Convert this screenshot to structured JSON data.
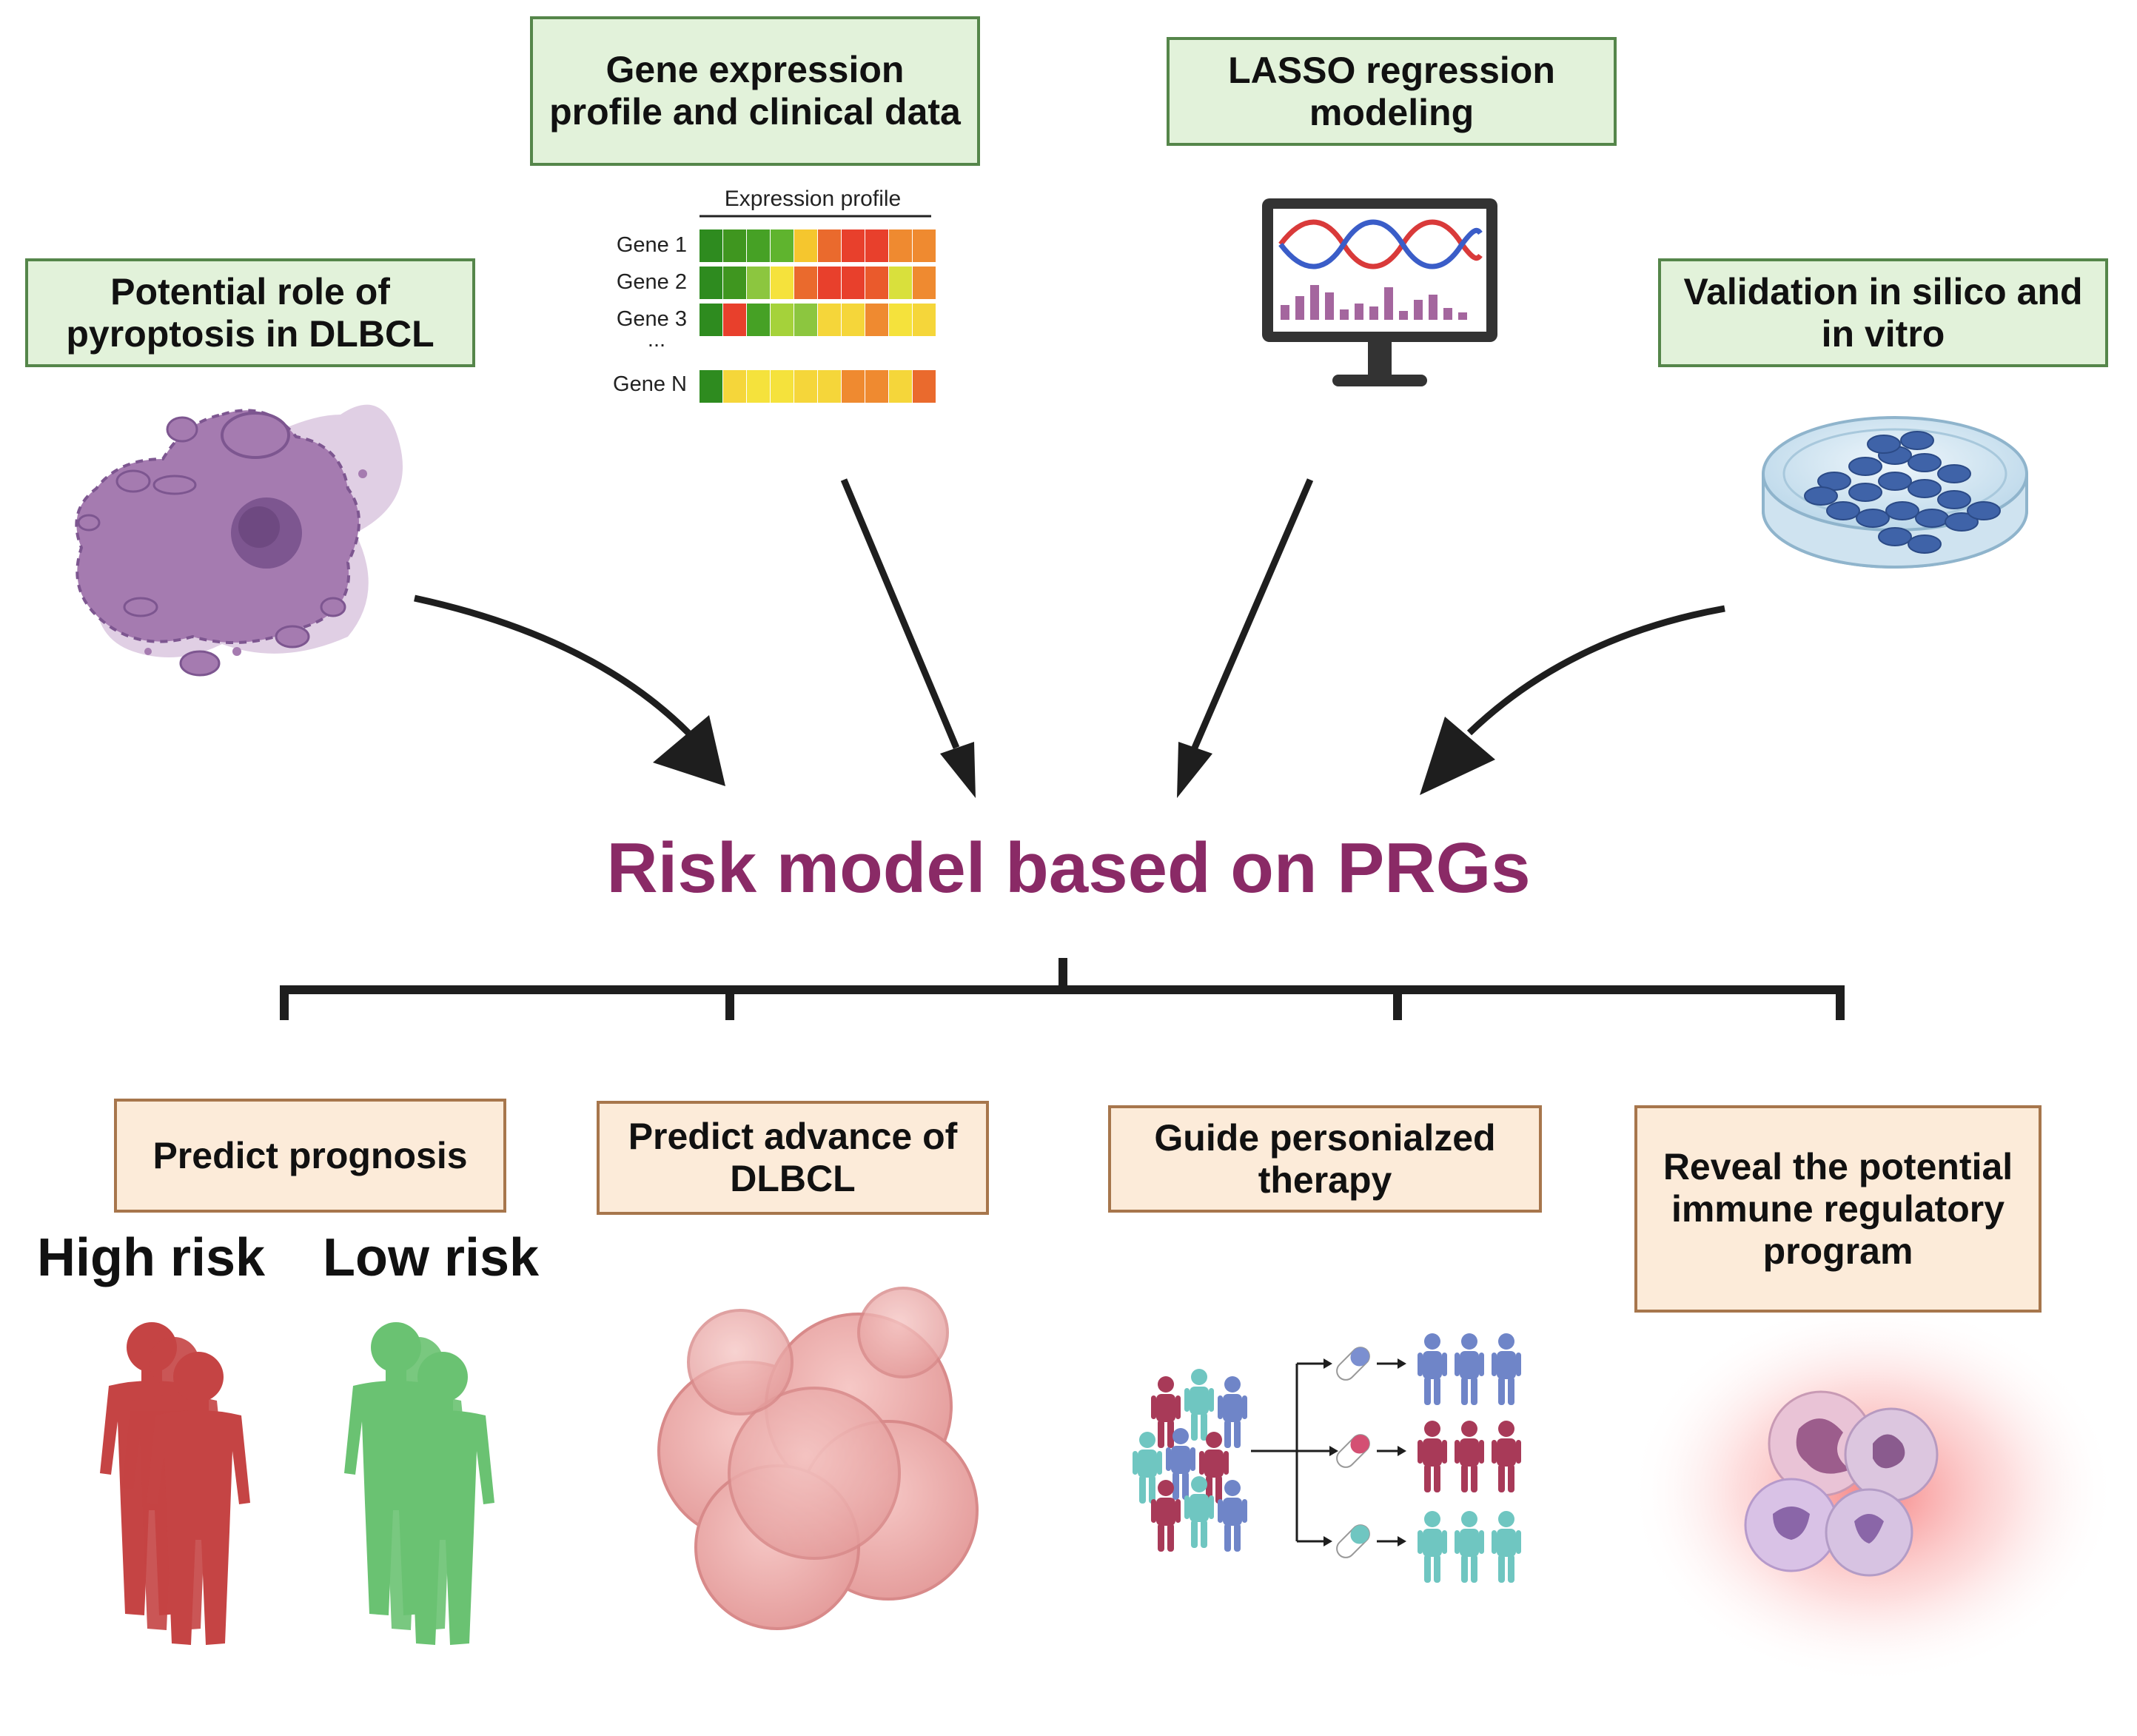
{
  "inputs": [
    {
      "label": "Potential role of pyroptosis in DLBCL"
    },
    {
      "label": "Gene expression profile and clinical data"
    },
    {
      "label": "LASSO regression modeling"
    },
    {
      "label": "Validation in silico and in vitro"
    }
  ],
  "heatmap": {
    "title": "Expression profile",
    "row_labels": [
      "Gene 1",
      "Gene 2",
      "Gene 3",
      "...",
      "Gene N"
    ],
    "rows": [
      [
        "#2e8b1f",
        "#3f961f",
        "#46a125",
        "#5fb42e",
        "#f5c62e",
        "#ea6a2d",
        "#e8402c",
        "#e8402c",
        "#ef8a30",
        "#ef8a30"
      ],
      [
        "#2e8b1f",
        "#3f961f",
        "#8cc63f",
        "#f5e23c",
        "#ea6a2d",
        "#e8402c",
        "#e8402c",
        "#ea5a2c",
        "#d9e03c",
        "#ef8a30"
      ],
      [
        "#2e8b1f",
        "#e8402c",
        "#46a125",
        "#a5d23a",
        "#8cc63f",
        "#f5d63a",
        "#f5d63a",
        "#ef8a30",
        "#f5e23c",
        "#f5d63a"
      ],
      [
        "#2e8b1f",
        "#f5d63a",
        "#f5e23c",
        "#f5e23c",
        "#f5d63a",
        "#f5d63a",
        "#ef8a30",
        "#ef8a30",
        "#f5d63a",
        "#ea6a2d"
      ]
    ]
  },
  "center": {
    "title": "Risk model based on PRGs"
  },
  "outputs": [
    {
      "label": "Predict prognosis"
    },
    {
      "label": "Predict advance of DLBCL"
    },
    {
      "label": "Guide personialzed therapy"
    },
    {
      "label": "Reveal the potential immune regulatory program"
    }
  ],
  "risk_labels": {
    "high": "High risk",
    "low": "Low risk"
  },
  "colors": {
    "green_box_fill": "#e2f2da",
    "green_box_border": "#55864a",
    "tan_box_fill": "#fcebd9",
    "tan_box_border": "#a7764c",
    "title": "#8a2a66",
    "high_risk": "#c23a3a",
    "low_risk": "#63bf6b",
    "cell_purple": "#a57bb0",
    "person_crimson": "#a83a58",
    "person_teal": "#6fc6c1",
    "person_blue": "#6f85c8"
  },
  "icons": [
    "pyroptosis-cell-icon",
    "expression-heatmap-icon",
    "monitor-dna-icon",
    "petri-dish-icon",
    "human-silhouette-icon",
    "tumor-cluster-icon",
    "patient-stratification-icon",
    "immune-cells-icon"
  ]
}
